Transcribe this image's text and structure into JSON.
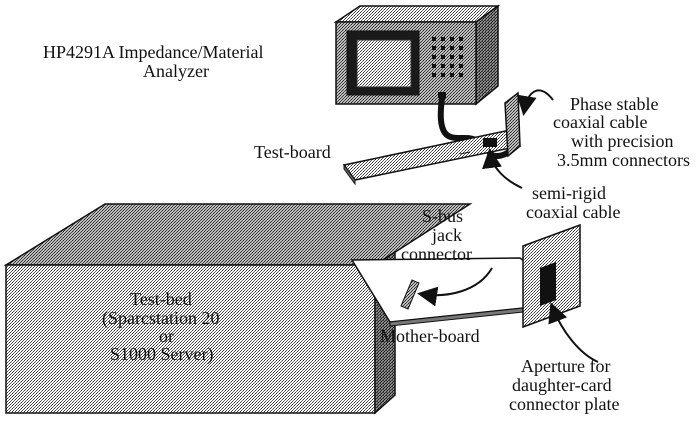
{
  "labels": {
    "analyzer_line1": "HP4291A Impedance/Material",
    "analyzer_line2": "Analyzer",
    "cable_line1": "Phase stable",
    "cable_line2": "coaxial cable",
    "cable_line3": "with precision",
    "cable_line4": "3.5mm connectors",
    "testboard": "Test-board",
    "semirigid_line1": "semi-rigid",
    "semirigid_line2": "coaxial cable",
    "sbus_line1": "S-bus",
    "sbus_line2": "jack",
    "sbus_line3": "connector",
    "testbed_line1": "Test-bed",
    "testbed_line2": "(Sparcstation 20",
    "testbed_line3": "or",
    "testbed_line4": "S1000 Server)",
    "motherboard": "Mother-board",
    "aperture_line1": "Aperture for",
    "aperture_line2": "daughter-card",
    "aperture_line3": "connector plate"
  },
  "colors": {
    "ink": "#111111",
    "dither_light": "#c8c8c8",
    "dither_mid": "#9a9a9a",
    "dither_dark": "#6e6e6e",
    "background": "#ffffff"
  }
}
